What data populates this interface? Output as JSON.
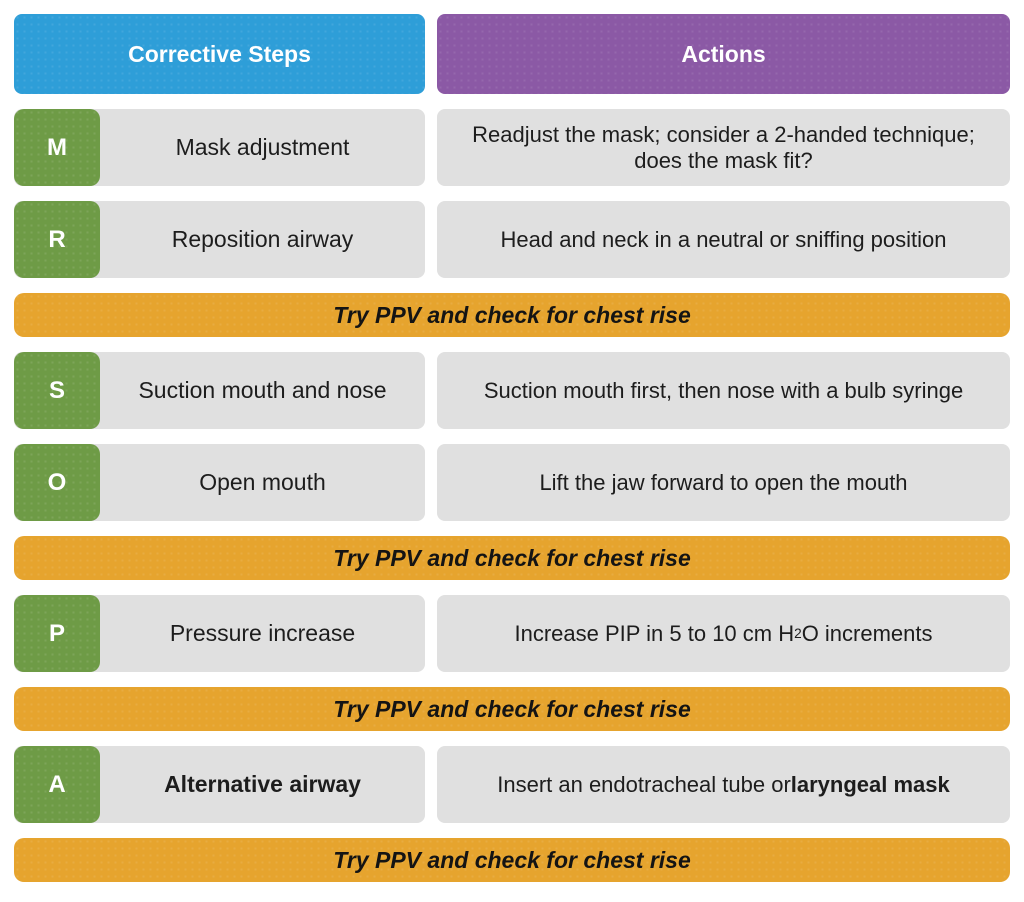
{
  "colors": {
    "header_left": "#2E9ED8",
    "header_right": "#8B59A5",
    "badge_green": "#6E9B46",
    "row_gray": "#E0E0E0",
    "banner_orange": "#E6A42E",
    "text_dark": "#1d1d1d"
  },
  "headers": {
    "corrective_steps": "Corrective Steps",
    "actions": "Actions"
  },
  "rows": [
    {
      "letter": "M",
      "step": "Mask adjustment",
      "action": "Readjust the mask; consider a 2-handed technique; does the mask fit?"
    },
    {
      "letter": "R",
      "step": "Reposition airway",
      "action": "Head and neck in a neutral or sniffing position"
    },
    {
      "letter": "S",
      "step": "Suction mouth and nose",
      "action": "Suction mouth first, then nose with a bulb syringe"
    },
    {
      "letter": "O",
      "step": "Open mouth",
      "action": "Lift the jaw forward to open the mouth"
    },
    {
      "letter": "P",
      "step": "Pressure increase",
      "action_pre": "Increase PIP in 5 to 10 cm H",
      "action_sub": "2",
      "action_post": "O increments"
    },
    {
      "letter": "A",
      "step": "Alternative airway",
      "action_pre": "Insert an endotracheal tube or ",
      "action_bold": "laryngeal mask"
    }
  ],
  "banner_label": "Try PPV and check for chest rise"
}
